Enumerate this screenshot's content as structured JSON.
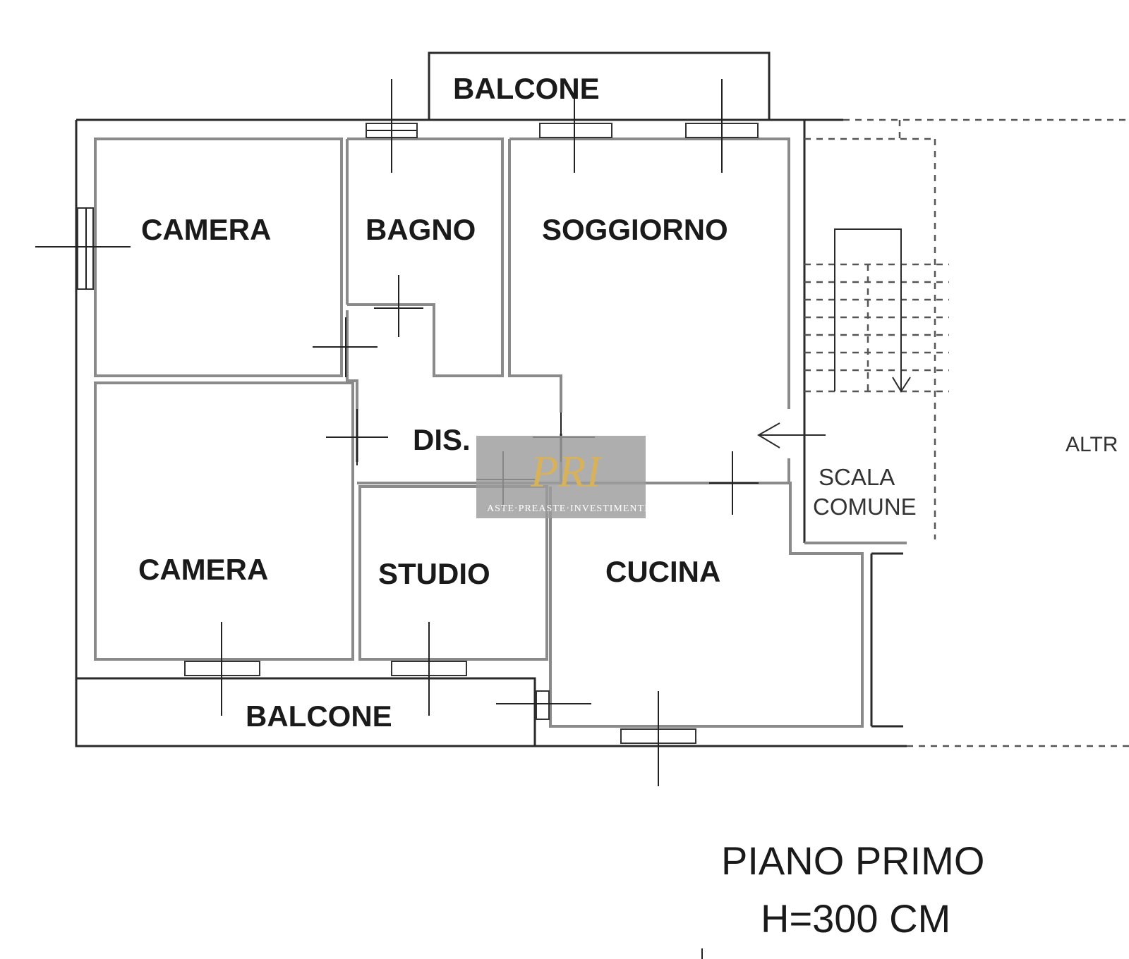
{
  "rooms": {
    "balcone_top": "BALCONE",
    "camera_top": "CAMERA",
    "bagno": "BAGNO",
    "soggiorno": "SOGGIORNO",
    "dis": "DIS.",
    "camera_bottom": "CAMERA",
    "studio": "STUDIO",
    "cucina": "CUCINA",
    "balcone_bottom": "BALCONE",
    "scala_line1": "SCALA",
    "scala_line2": "COMUNE",
    "altra": "ALTR"
  },
  "title": {
    "line1": "PIANO PRIMO",
    "line2": "H=300 CM"
  },
  "watermark": {
    "letters": "PRI",
    "caption": "ASTE·PREASTE·INVESTIMENTI"
  },
  "colors": {
    "wall": "#2a2a2a",
    "inner_wall": "#8a8a8a",
    "watermark_bg": "#9c9c9c",
    "watermark_gold": "#d8b25a"
  }
}
